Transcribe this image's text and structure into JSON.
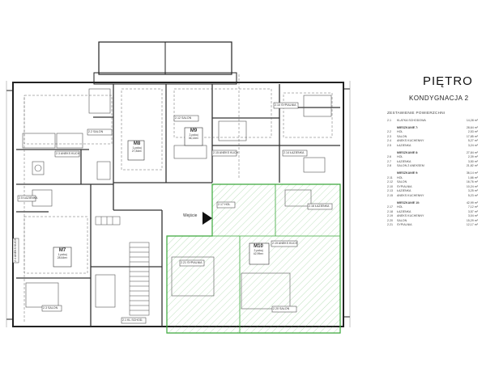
{
  "title": "PIĘTRO",
  "subtitle": "KONDYGNACJA 2",
  "legend_header": "ZESTAWIENIE POWIERZCHNI",
  "legend_rows": [
    {
      "code": "2.1",
      "name": "KLATKA SCHODOWA",
      "value": "14,28 m²",
      "group": false
    },
    {
      "code": "",
      "name": "MIESZKANIE 7:",
      "value": "28,64 m²",
      "group": true
    },
    {
      "code": "2.2",
      "name": "HOL",
      "value": "2,53 m²",
      "group": false
    },
    {
      "code": "2.3",
      "name": "SALON",
      "value": "17,85 m²",
      "group": false
    },
    {
      "code": "2.4",
      "name": "ANEKS KUCHENNY",
      "value": "5,27 m²",
      "group": false
    },
    {
      "code": "2.5",
      "name": "ŁAZIENKA",
      "value": "3,24 m²",
      "group": false
    },
    {
      "code": "",
      "name": "MIESZKANIE 8:",
      "value": "27,84 m²",
      "group": true
    },
    {
      "code": "2.6",
      "name": "HOL",
      "value": "2,39 m²",
      "group": false
    },
    {
      "code": "2.7",
      "name": "ŁAZIENKA",
      "value": "3,50 m²",
      "group": false
    },
    {
      "code": "2.8",
      "name": "SALON Z ANEKSEM",
      "value": "21,82 m²",
      "group": false
    },
    {
      "code": "",
      "name": "MIESZKANIE 9:",
      "value": "36,14 m²",
      "group": true
    },
    {
      "code": "2.11",
      "name": "HOL",
      "value": "1,66 m²",
      "group": false
    },
    {
      "code": "2.12",
      "name": "SALON",
      "value": "16,76 m²",
      "group": false
    },
    {
      "code": "2.10",
      "name": "SYPIALNIA",
      "value": "10,24 m²",
      "group": false
    },
    {
      "code": "2.13",
      "name": "ŁAZIENKA",
      "value": "3,25 m²",
      "group": false
    },
    {
      "code": "2.15",
      "name": "ANEKS KUCHENNY",
      "value": "5,23 m²",
      "group": false
    },
    {
      "code": "",
      "name": "MIESZKANIE 10:",
      "value": "42,99 m²",
      "group": true
    },
    {
      "code": "2.17",
      "name": "HOL",
      "value": "7,12 m²",
      "group": false
    },
    {
      "code": "2.18",
      "name": "ŁAZIENKA",
      "value": "3,57 m²",
      "group": false
    },
    {
      "code": "2.19",
      "name": "ANEKS KUCHENNY",
      "value": "3,04 m²",
      "group": false
    },
    {
      "code": "2.20",
      "name": "SALON",
      "value": "15,29 m²",
      "group": false
    },
    {
      "code": "2.21",
      "name": "SYPIALNIA",
      "value": "12,17 m²",
      "group": false
    }
  ],
  "apartment_tags": [
    {
      "id": "M8",
      "line1": "1-pokoj",
      "line2": "27,84m²"
    },
    {
      "id": "M9",
      "line1": "2-pokoj",
      "line2": "36,14m²"
    },
    {
      "id": "M7",
      "line1": "1-pokoj",
      "line2": "28,64m²"
    },
    {
      "id": "M10",
      "line1": "2-pokoj",
      "line2": "42,99m²"
    }
  ],
  "room_labels": [
    {
      "code": "2.2",
      "name": "SALON"
    },
    {
      "code": "2.3",
      "name": "ANEKS KUCH"
    },
    {
      "code": "2.12",
      "name": "SALON"
    },
    {
      "code": "2.10",
      "name": "SYPIALNIA"
    },
    {
      "code": "2.15",
      "name": "ANEKS KUCH"
    },
    {
      "code": "2.14",
      "name": "ŁAZIENKA"
    },
    {
      "code": "2.5",
      "name": "ŁAZIENKA"
    },
    {
      "code": "2.16",
      "name": "ŁAZIENKA"
    },
    {
      "code": "2.17",
      "name": "HOL"
    },
    {
      "code": "2.19",
      "name": "ANEKS KUCH"
    },
    {
      "code": "2.21",
      "name": "SYPIALNIA"
    },
    {
      "code": "2.20",
      "name": "SALON"
    },
    {
      "code": "2.3",
      "name": "SALON"
    },
    {
      "code": "2.1",
      "name": "KL.SCHOD."
    },
    {
      "code": "2.4",
      "name": "ANEKS KUCH"
    }
  ],
  "entrance_label": "Wejście",
  "colors": {
    "highlight": "#3aa83a",
    "wall": "#222222",
    "line": "#555555"
  }
}
